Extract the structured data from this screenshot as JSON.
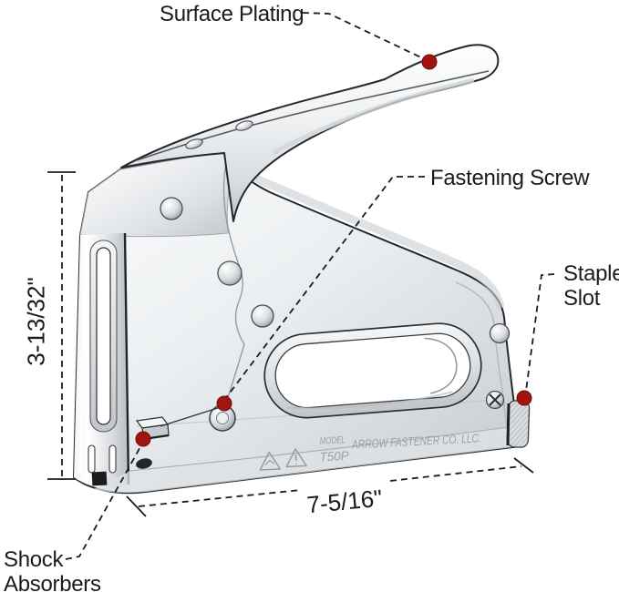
{
  "diagram": {
    "callouts": {
      "surface_plating": {
        "label": "Surface Plating"
      },
      "fastening_screw": {
        "label": "Fastening Screw"
      },
      "staple_slot": {
        "line1": "Staple",
        "line2": "Slot"
      },
      "shock_absorbers": {
        "line1": "Shock",
        "line2": "Absorbers"
      }
    },
    "dimensions": {
      "height_label": "3-13/32\"",
      "width_label": "7-5/16\""
    },
    "markings": {
      "model_label": "MODEL",
      "model_number": "T50P",
      "brand": "ARROW FASTENER CO. LLC.",
      "warning_icons": [
        "staple-gun-warning-triangle-icon",
        "exclamation-warning-triangle-icon"
      ]
    },
    "colors": {
      "marker_red": "#a31411",
      "line_black": "#1b1c1e",
      "background": "#ffffff"
    }
  }
}
